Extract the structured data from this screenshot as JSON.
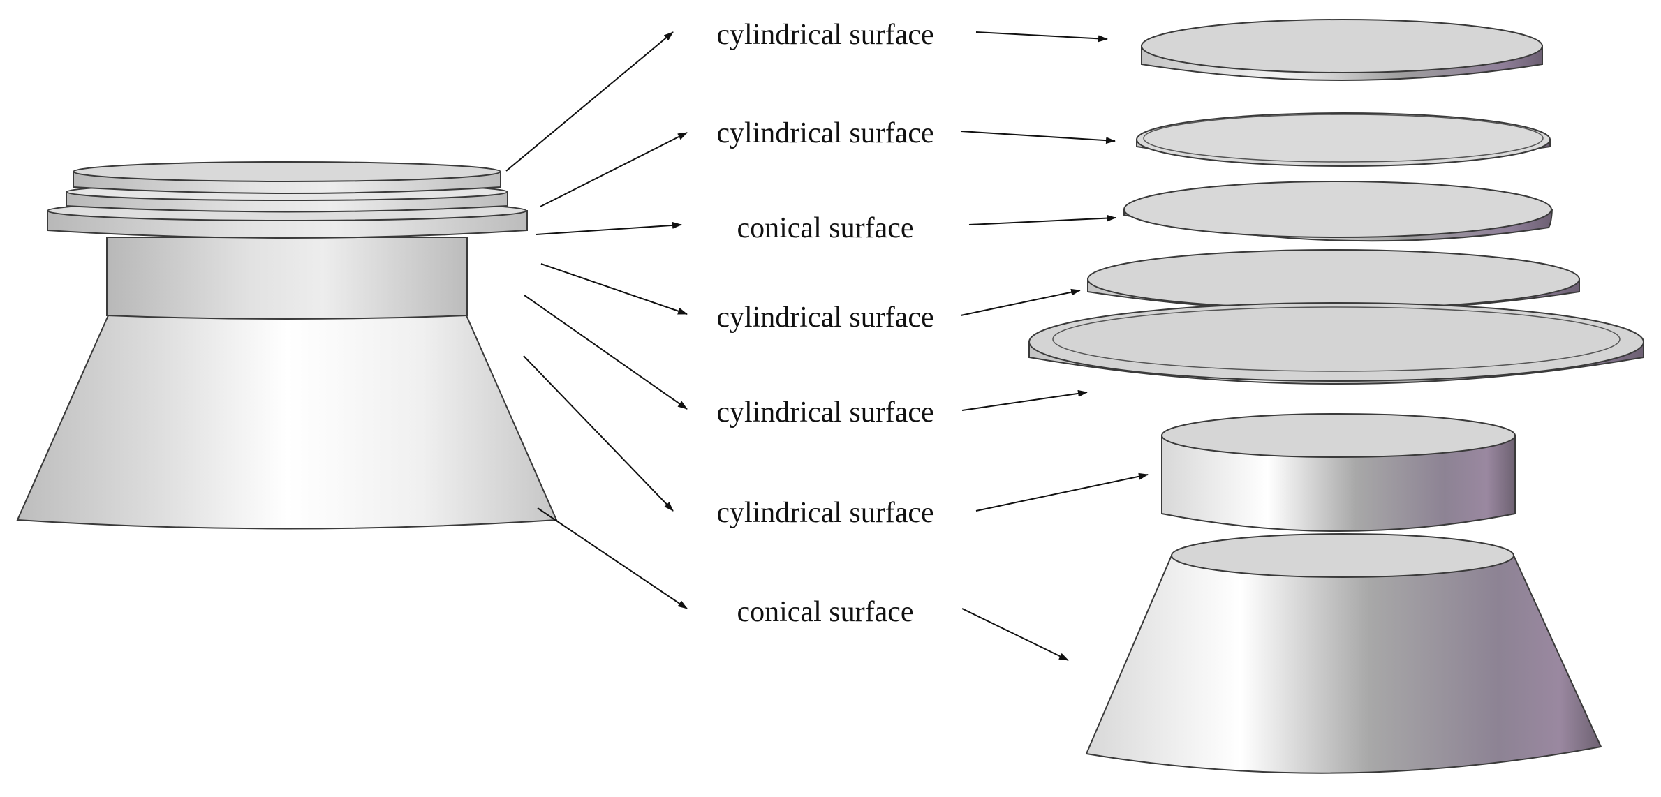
{
  "labels": [
    {
      "text": "cylindrical surface"
    },
    {
      "text": "cylindrical surface"
    },
    {
      "text": "conical surface"
    },
    {
      "text": "cylindrical surface"
    },
    {
      "text": "cylindrical surface"
    },
    {
      "text": "cylindrical surface"
    },
    {
      "text": "conical surface"
    }
  ],
  "colors": {
    "metal_light": "#f2f2f2",
    "metal_mid": "#c8c8c8",
    "metal_dark": "#8a8a8a",
    "metal_purple": "#8b7a93",
    "top_face": "#d6d6d6",
    "stroke": "#111111"
  }
}
